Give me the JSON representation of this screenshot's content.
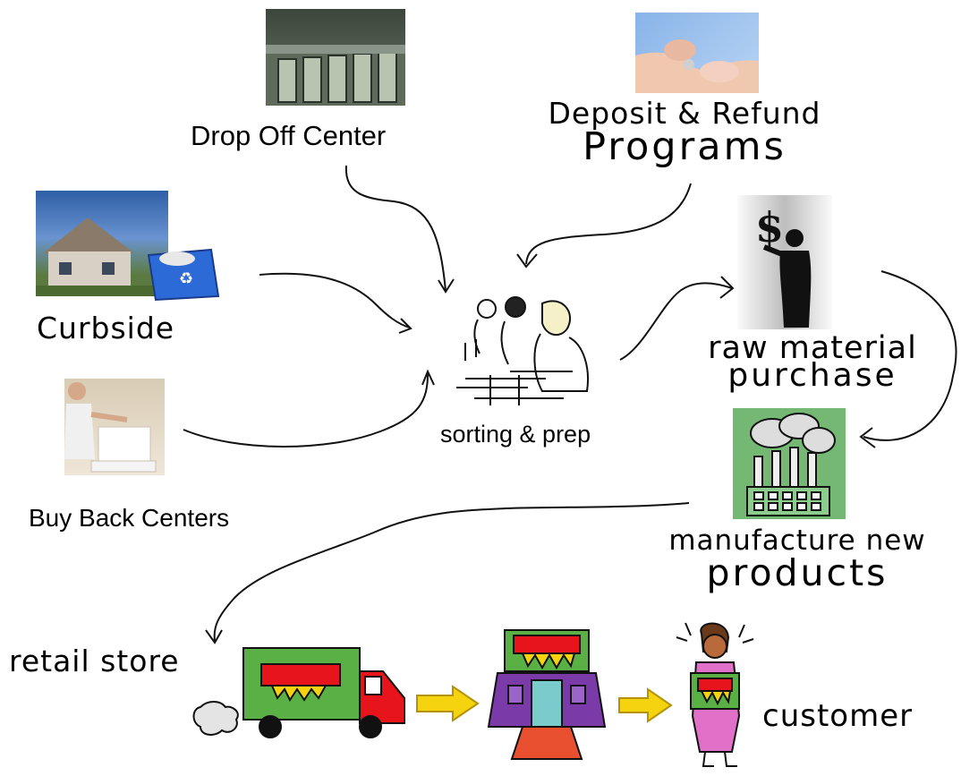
{
  "nodes": {
    "drop_off_center": {
      "label": "Drop Off Center"
    },
    "deposit_refund": {
      "line1": "Deposit & Refund",
      "line2": "Programs"
    },
    "curbside": {
      "label": "Curbside"
    },
    "buy_back_centers": {
      "label": "Buy Back Centers"
    },
    "sorting_prep": {
      "label": "sorting & prep"
    },
    "raw_material": {
      "line1": "raw material",
      "line2": "purchase"
    },
    "manufacture": {
      "line1": "manufacture new",
      "line2": "products"
    },
    "retail_store": {
      "label": "retail store"
    },
    "customer": {
      "label": "customer"
    }
  },
  "symbols": {
    "dollar": "$"
  },
  "colors": {
    "green": "#5ab044",
    "red": "#e8141c",
    "yellow": "#f5d40f",
    "purple": "#7a3aa8",
    "pink": "#e070c8"
  }
}
